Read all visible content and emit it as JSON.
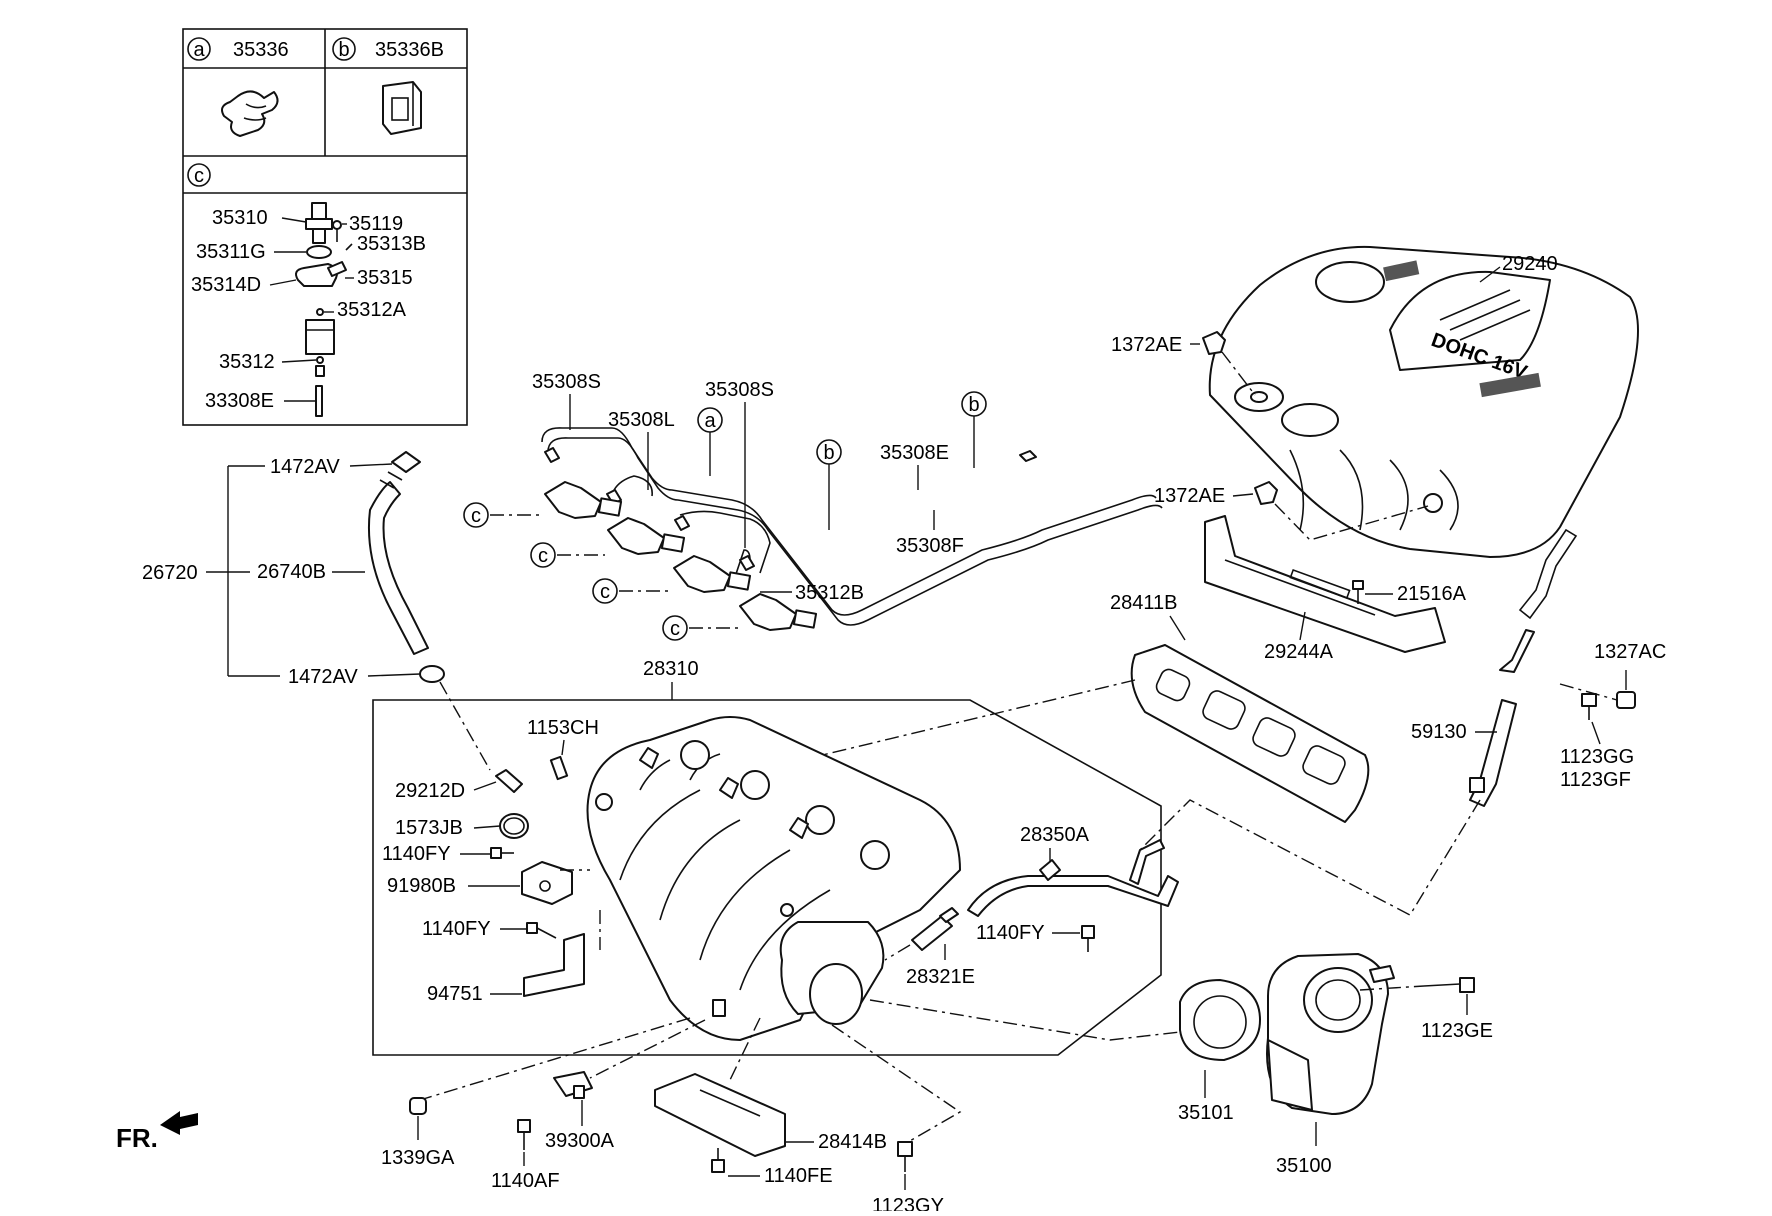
{
  "legend": {
    "a": {
      "key": "a",
      "part": "35336"
    },
    "b": {
      "key": "b",
      "part": "35336B"
    },
    "c": {
      "key": "c"
    }
  },
  "injector_detail_labels": [
    "35310",
    "35119",
    "35311G",
    "35313B",
    "35314D",
    "35315",
    "35312A",
    "35312",
    "33308E"
  ],
  "callout_letters": {
    "a": "a",
    "b": "b",
    "c": "c"
  },
  "parts": {
    "p29240": "29240",
    "p1372AE_1": "1372AE",
    "p1372AE_2": "1372AE",
    "p21516A": "21516A",
    "p29244A": "29244A",
    "p28411B": "28411B",
    "p1327AC": "1327AC",
    "p59130": "59130",
    "p1123GG": "1123GG",
    "p1123GF": "1123GF",
    "p35308S_1": "35308S",
    "p35308S_2": "35308S",
    "p35308L": "35308L",
    "p35308E": "35308E",
    "p35308F": "35308F",
    "p35312B": "35312B",
    "p1472AV_1": "1472AV",
    "p1472AV_2": "1472AV",
    "p26720": "26720",
    "p26740B": "26740B",
    "p28310": "28310",
    "p1153CH": "1153CH",
    "p29212D": "29212D",
    "p1573JB": "1573JB",
    "p1140FY_1": "1140FY",
    "p91980B": "91980B",
    "p1140FY_2": "1140FY",
    "p94751": "94751",
    "p28350A": "28350A",
    "p1140FY_3": "1140FY",
    "p28321E": "28321E",
    "p1123GE": "1123GE",
    "p35101": "35101",
    "p35100": "35100",
    "p1339GA": "1339GA",
    "p1140AF": "1140AF",
    "p39300A": "39300A",
    "p28414B": "28414B",
    "p1140FE": "1140FE",
    "p1123GY": "1123GY"
  },
  "front_indicator": "FR.",
  "cover_emblem": "DOHC 16V"
}
